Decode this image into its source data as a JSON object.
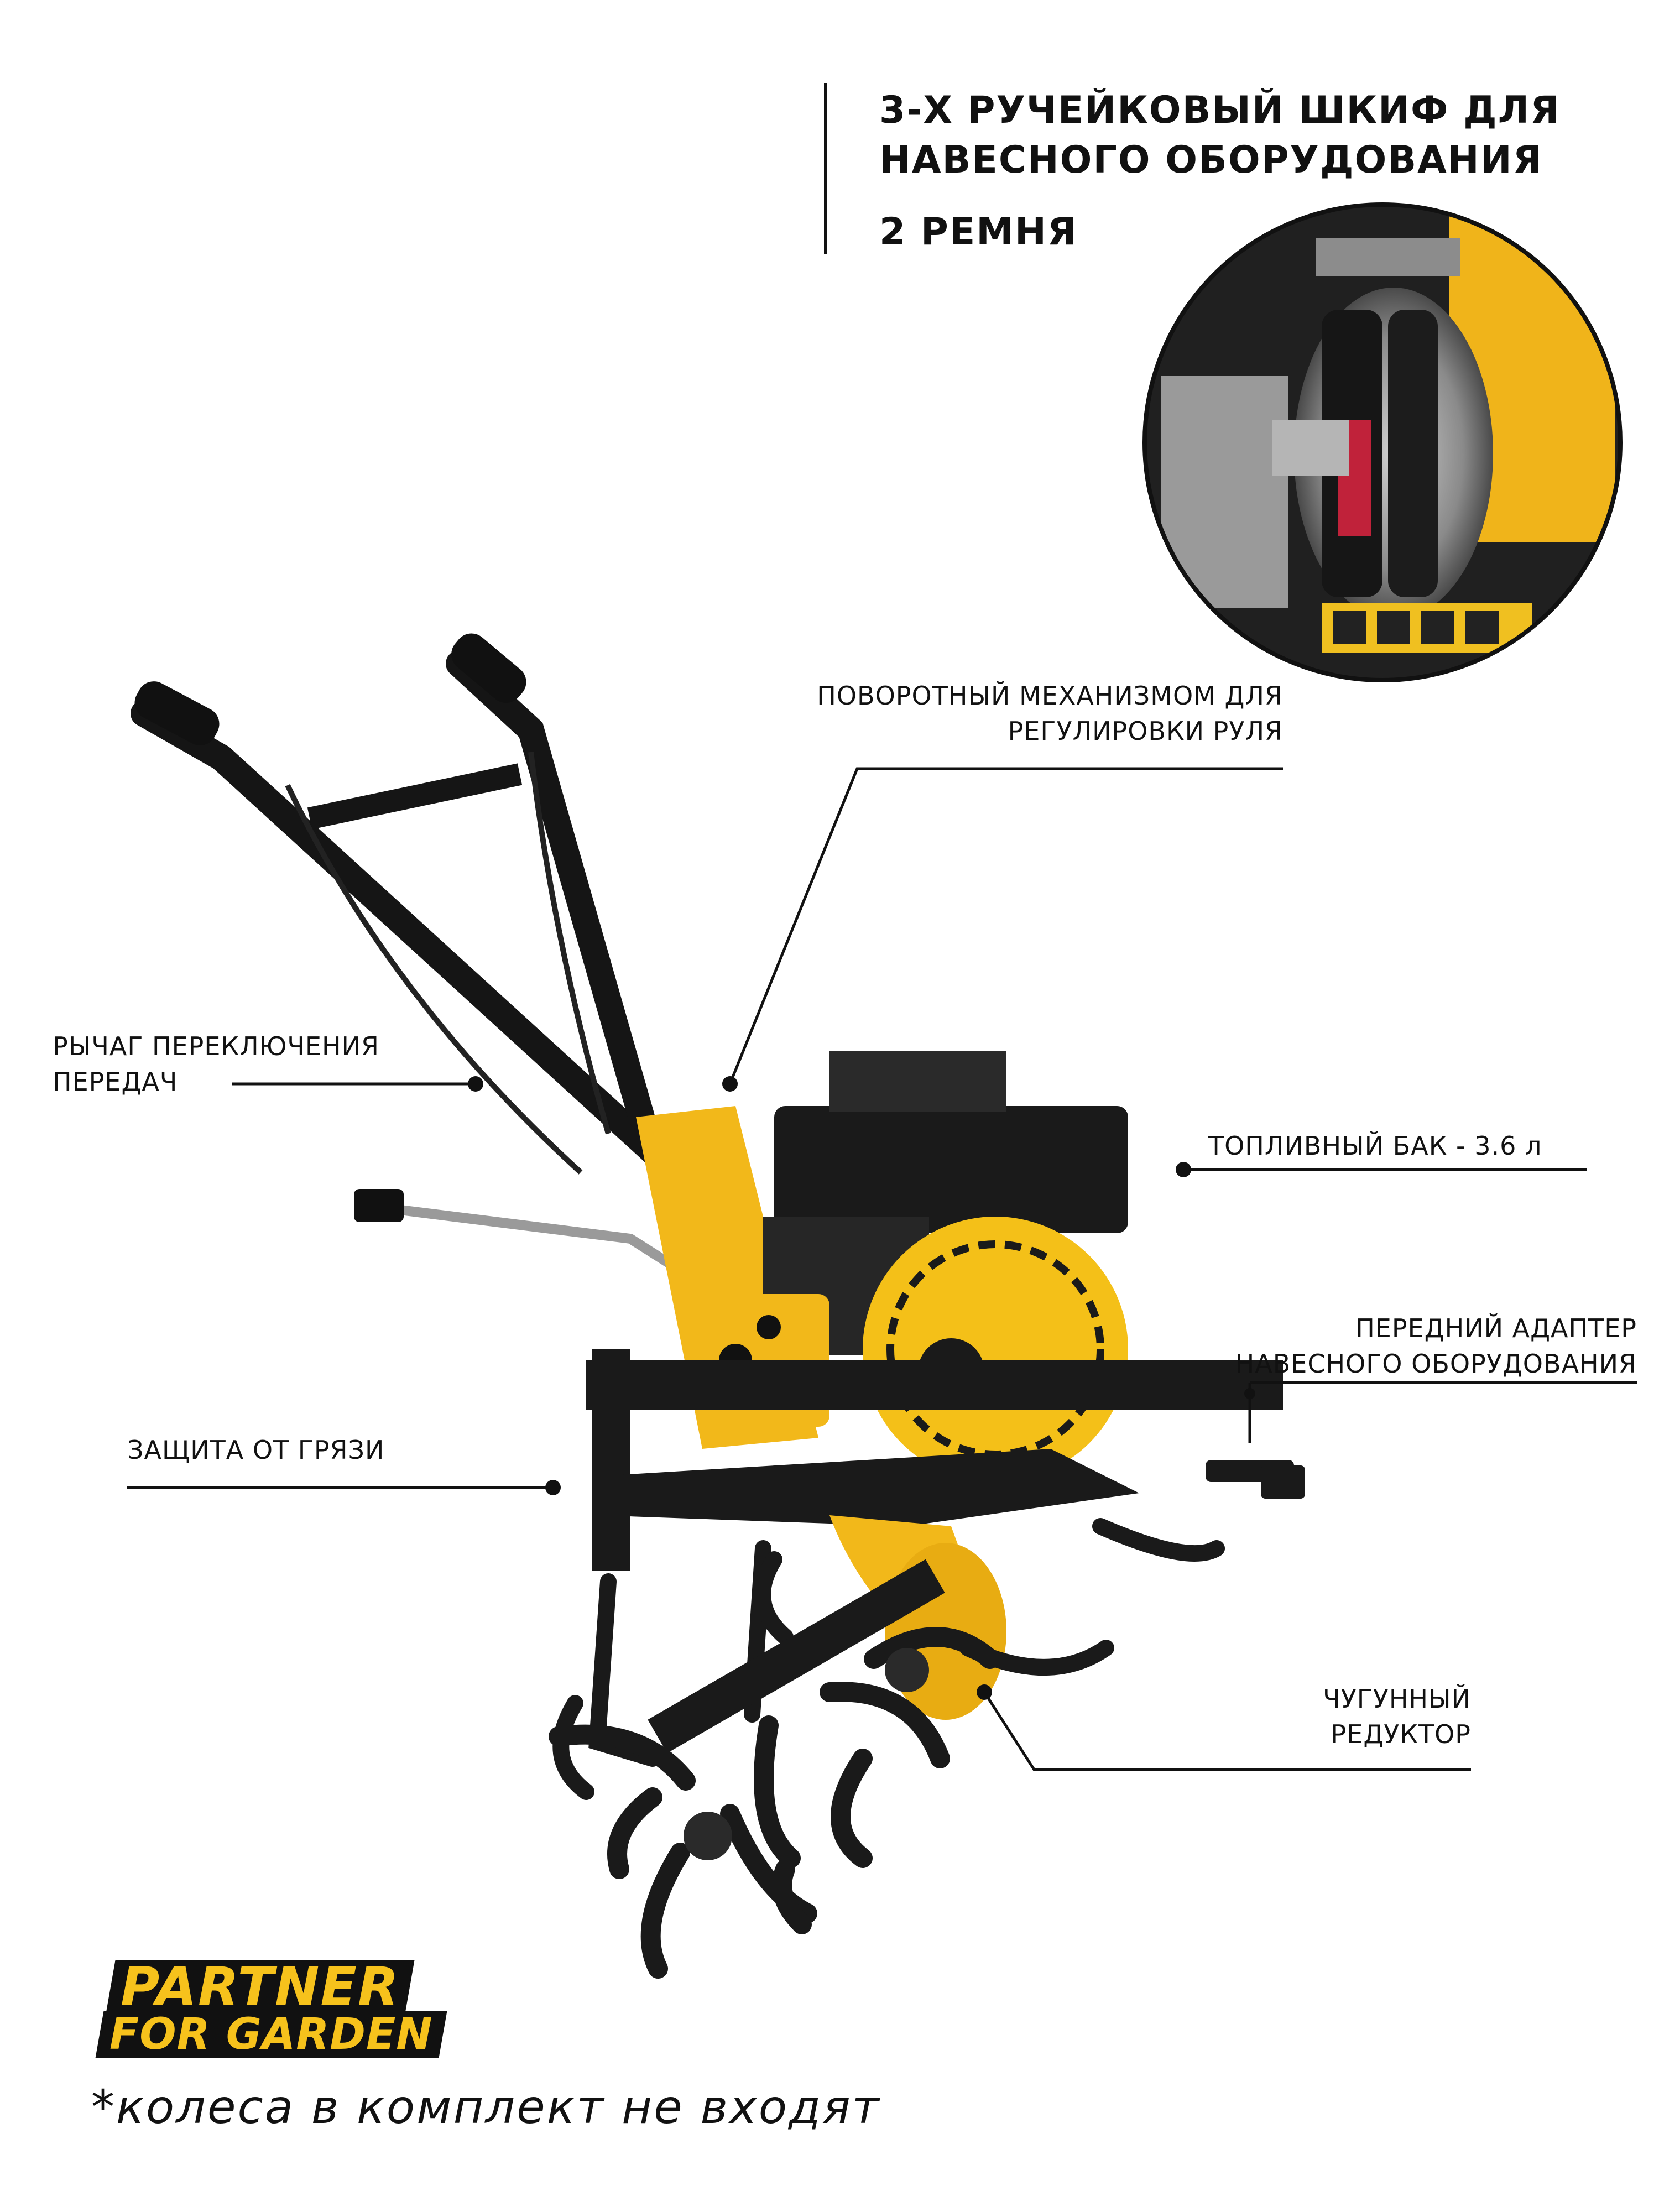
{
  "header": {
    "title_line1": "3-Х РУЧЕЙКОВЫЙ ШКИФ ДЛЯ",
    "title_line2": "НАВЕСНОГО ОБОРУДОВАНИЯ",
    "subtitle": "2 РЕМНЯ"
  },
  "callouts": {
    "steering": {
      "line1": "ПОВОРОТНЫЙ МЕХАНИЗМОМ ДЛЯ",
      "line2": "РЕГУЛИРОВКИ РУЛЯ"
    },
    "gear_lever": {
      "line1": "РЫЧАГ ПЕРЕКЛЮЧЕНИЯ",
      "line2": "ПЕРЕДАЧ"
    },
    "fuel_tank": {
      "line1": "ТОПЛИВНЫЙ БАК - 3.6 л"
    },
    "front_adapter": {
      "line1": "ПЕРЕДНИЙ АДАПТЕР",
      "line2": "НАВЕСНОГО ОБОРУДОВАНИЯ"
    },
    "mud_guard": {
      "line1": "ЗАЩИТА ОТ ГРЯЗИ"
    },
    "gearbox": {
      "line1": "ЧУГУННЫЙ",
      "line2": "РЕДУКТОР"
    }
  },
  "logo": {
    "line1": "PARTNER",
    "line2": "FOR GARDEN"
  },
  "footnote": "*колеса в комплект не входят",
  "colors": {
    "brand_yellow": "#f6c21c",
    "machine_black": "#1a1a1a",
    "text": "#111111"
  }
}
